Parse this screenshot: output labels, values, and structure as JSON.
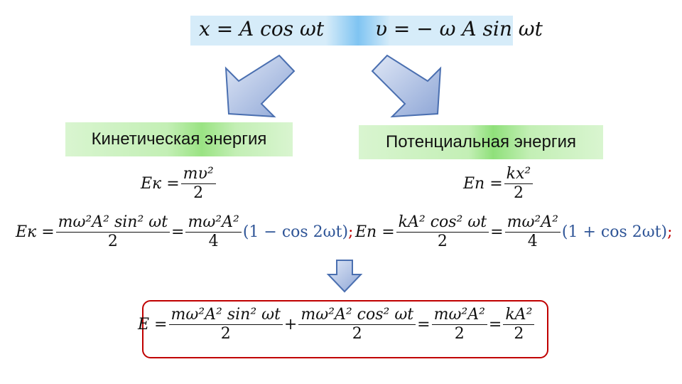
{
  "top": {
    "eq_x": "x = A cos ωt",
    "eq_v": "υ = − ω A sin ωt"
  },
  "labels": {
    "kinetic": "Кинетическая энергия",
    "potential": "Потенциальная энергия"
  },
  "kinetic": {
    "def_lhs": "Eк =",
    "def_num": "mυ²",
    "def_den": "2",
    "lhs": "Eк =",
    "f1_num": "mω²A² sin² ωt",
    "f1_den": "2",
    "eq1": "=",
    "f2_num": "mω²A²",
    "f2_den": "4",
    "tail": "(1 − cos 2ωt)",
    "semi": ";"
  },
  "potential": {
    "def_lhs": "Eп =",
    "def_num": "kx²",
    "def_den": "2",
    "lhs": "Eп =",
    "f1_num": "kA² cos² ωt",
    "f1_den": "2",
    "eq1": "=",
    "f2_num": "mω²A²",
    "f2_den": "4",
    "tail": "(1 + cos 2ωt)",
    "semi": ";"
  },
  "total": {
    "lhs": "E =",
    "f1_num": "mω²A² sin² ωt",
    "f1_den": "2",
    "plus": "+",
    "f2_num": "mω²A² cos² ωt",
    "f2_den": "2",
    "eq1": "=",
    "f3_num": "mω²A²",
    "f3_den": "2",
    "eq2": "=",
    "f4_num": "kA²",
    "f4_den": "2"
  },
  "colors": {
    "arrow_fill": "#9fb3dc",
    "arrow_stroke": "#4a6fb0",
    "formula_blue": "#2f5597",
    "result_border": "#c00000",
    "label_green": "#c3efb5",
    "top_bar": "#d6ecf9"
  }
}
